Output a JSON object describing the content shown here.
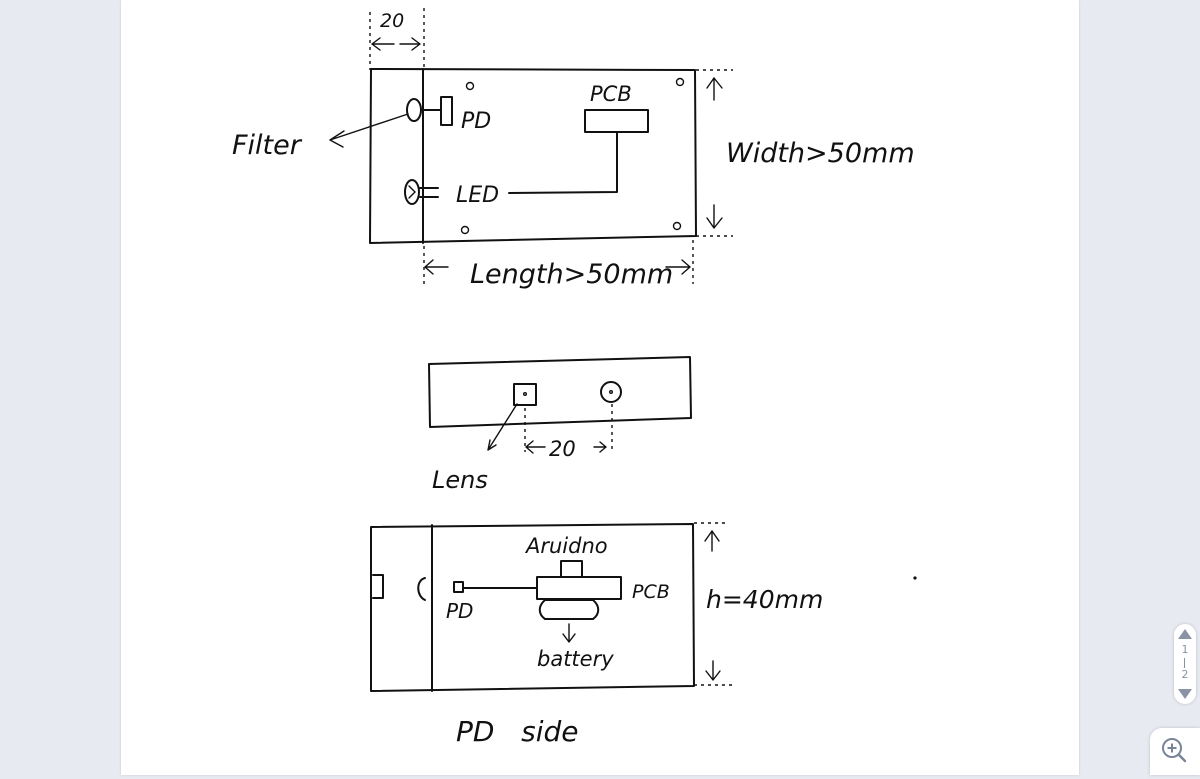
{
  "top_view": {
    "spacing": "20",
    "filter": "Filter",
    "pd": "PD",
    "pcb": "PCB",
    "led": "LED",
    "width": "Width>50mm",
    "length": "Length>50mm"
  },
  "front_view": {
    "lens": "Lens",
    "spacing": "20"
  },
  "side_view": {
    "arduino": "Aruidno",
    "pd": "PD",
    "pcb": "PCB",
    "battery": "battery",
    "height": "h=40mm",
    "caption": "PD   side"
  },
  "pager": {
    "current": "1",
    "total": "2"
  },
  "colors": {
    "background": "#e7eaf1",
    "page": "#ffffff",
    "ink": "#111111",
    "control": "#8a93a6"
  },
  "icons": [
    "chevron-up-icon",
    "chevron-down-icon",
    "zoom-in-icon"
  ]
}
